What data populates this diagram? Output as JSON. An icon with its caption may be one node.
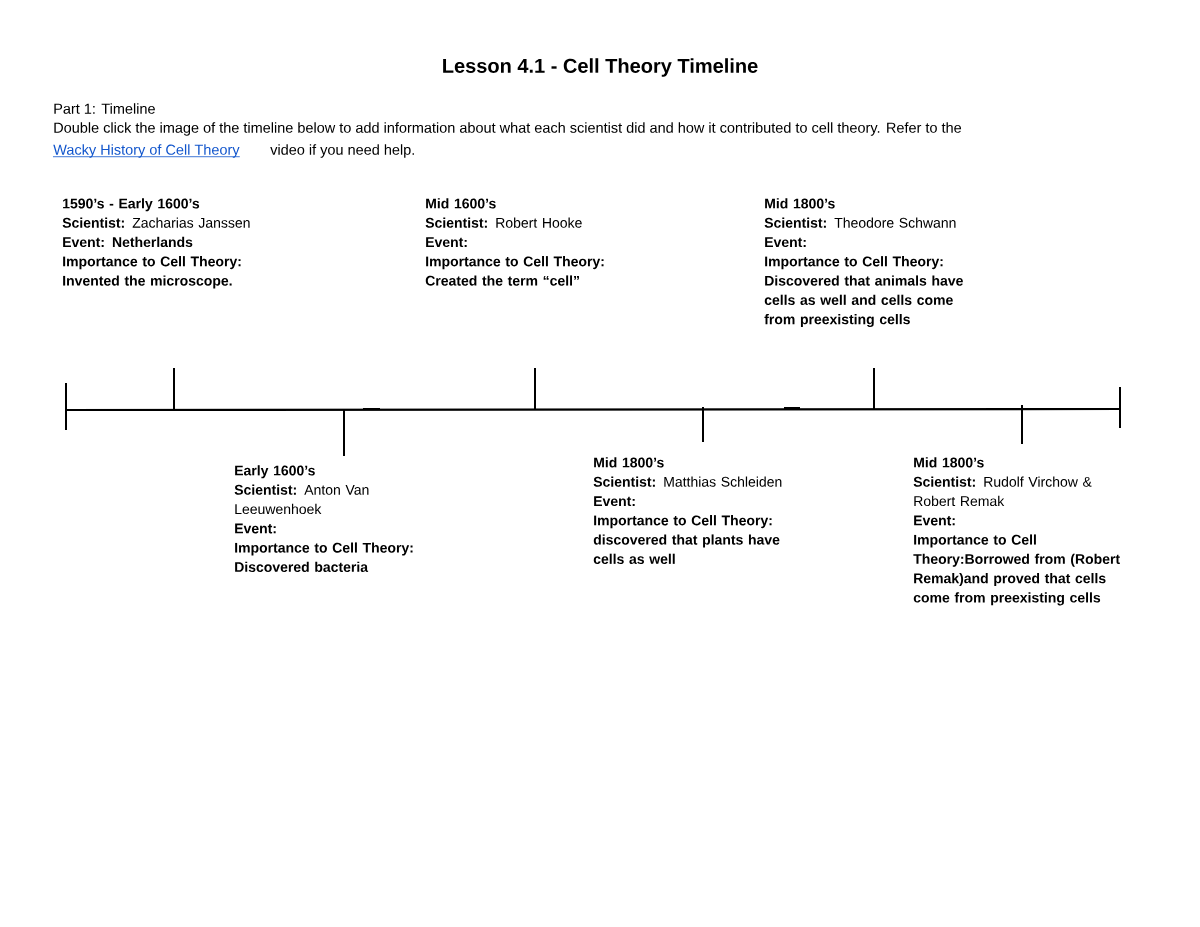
{
  "diagram": {
    "title": "Lesson 4.1 - Cell Theory Timeline",
    "labels": [
      "Part 1: Timeline",
      "Double click the image of the timeline below to add information about what each scientist did and how it contributed to cell theory. Refer to the",
      "Wacky History of Cell Theory",
      "video if you need help.",
      "1590’s - Early 1600’s",
      "**Scientist:** Zacharias Janssen",
      "Event: Netherlands",
      "Importance to Cell Theory: Invented the microscope.",
      "Mid 1600’s",
      "**Scientist:** Robert Hooke",
      "Event:",
      "Importance to Cell Theory: Created the term “cell”",
      "Mid 1800’s",
      "**Scientist:** Theodore Schwann",
      "Event:",
      "Importance to Cell Theory: Discovered that animals have cells as well and cells come from preexisting cells",
      "Early 1600’s",
      "**Scientist:** Anton Van Leeuwenhoek",
      "Event:",
      "Importance to Cell Theory: Discovered bacteria",
      "Mid 1800’s",
      "**Scientist:** Matthias Schleiden",
      "Event:",
      "Importance to Cell Theory: discovered that plants have cells as well",
      "Mid 1800’s",
      "**Scientist:** Rudolf Virchow & Robert Remak",
      "Event:",
      "Importance to Cell Theory:Borrowed from (Robert Remak)and proved that cells come from preexisting cells"
    ]
  }
}
